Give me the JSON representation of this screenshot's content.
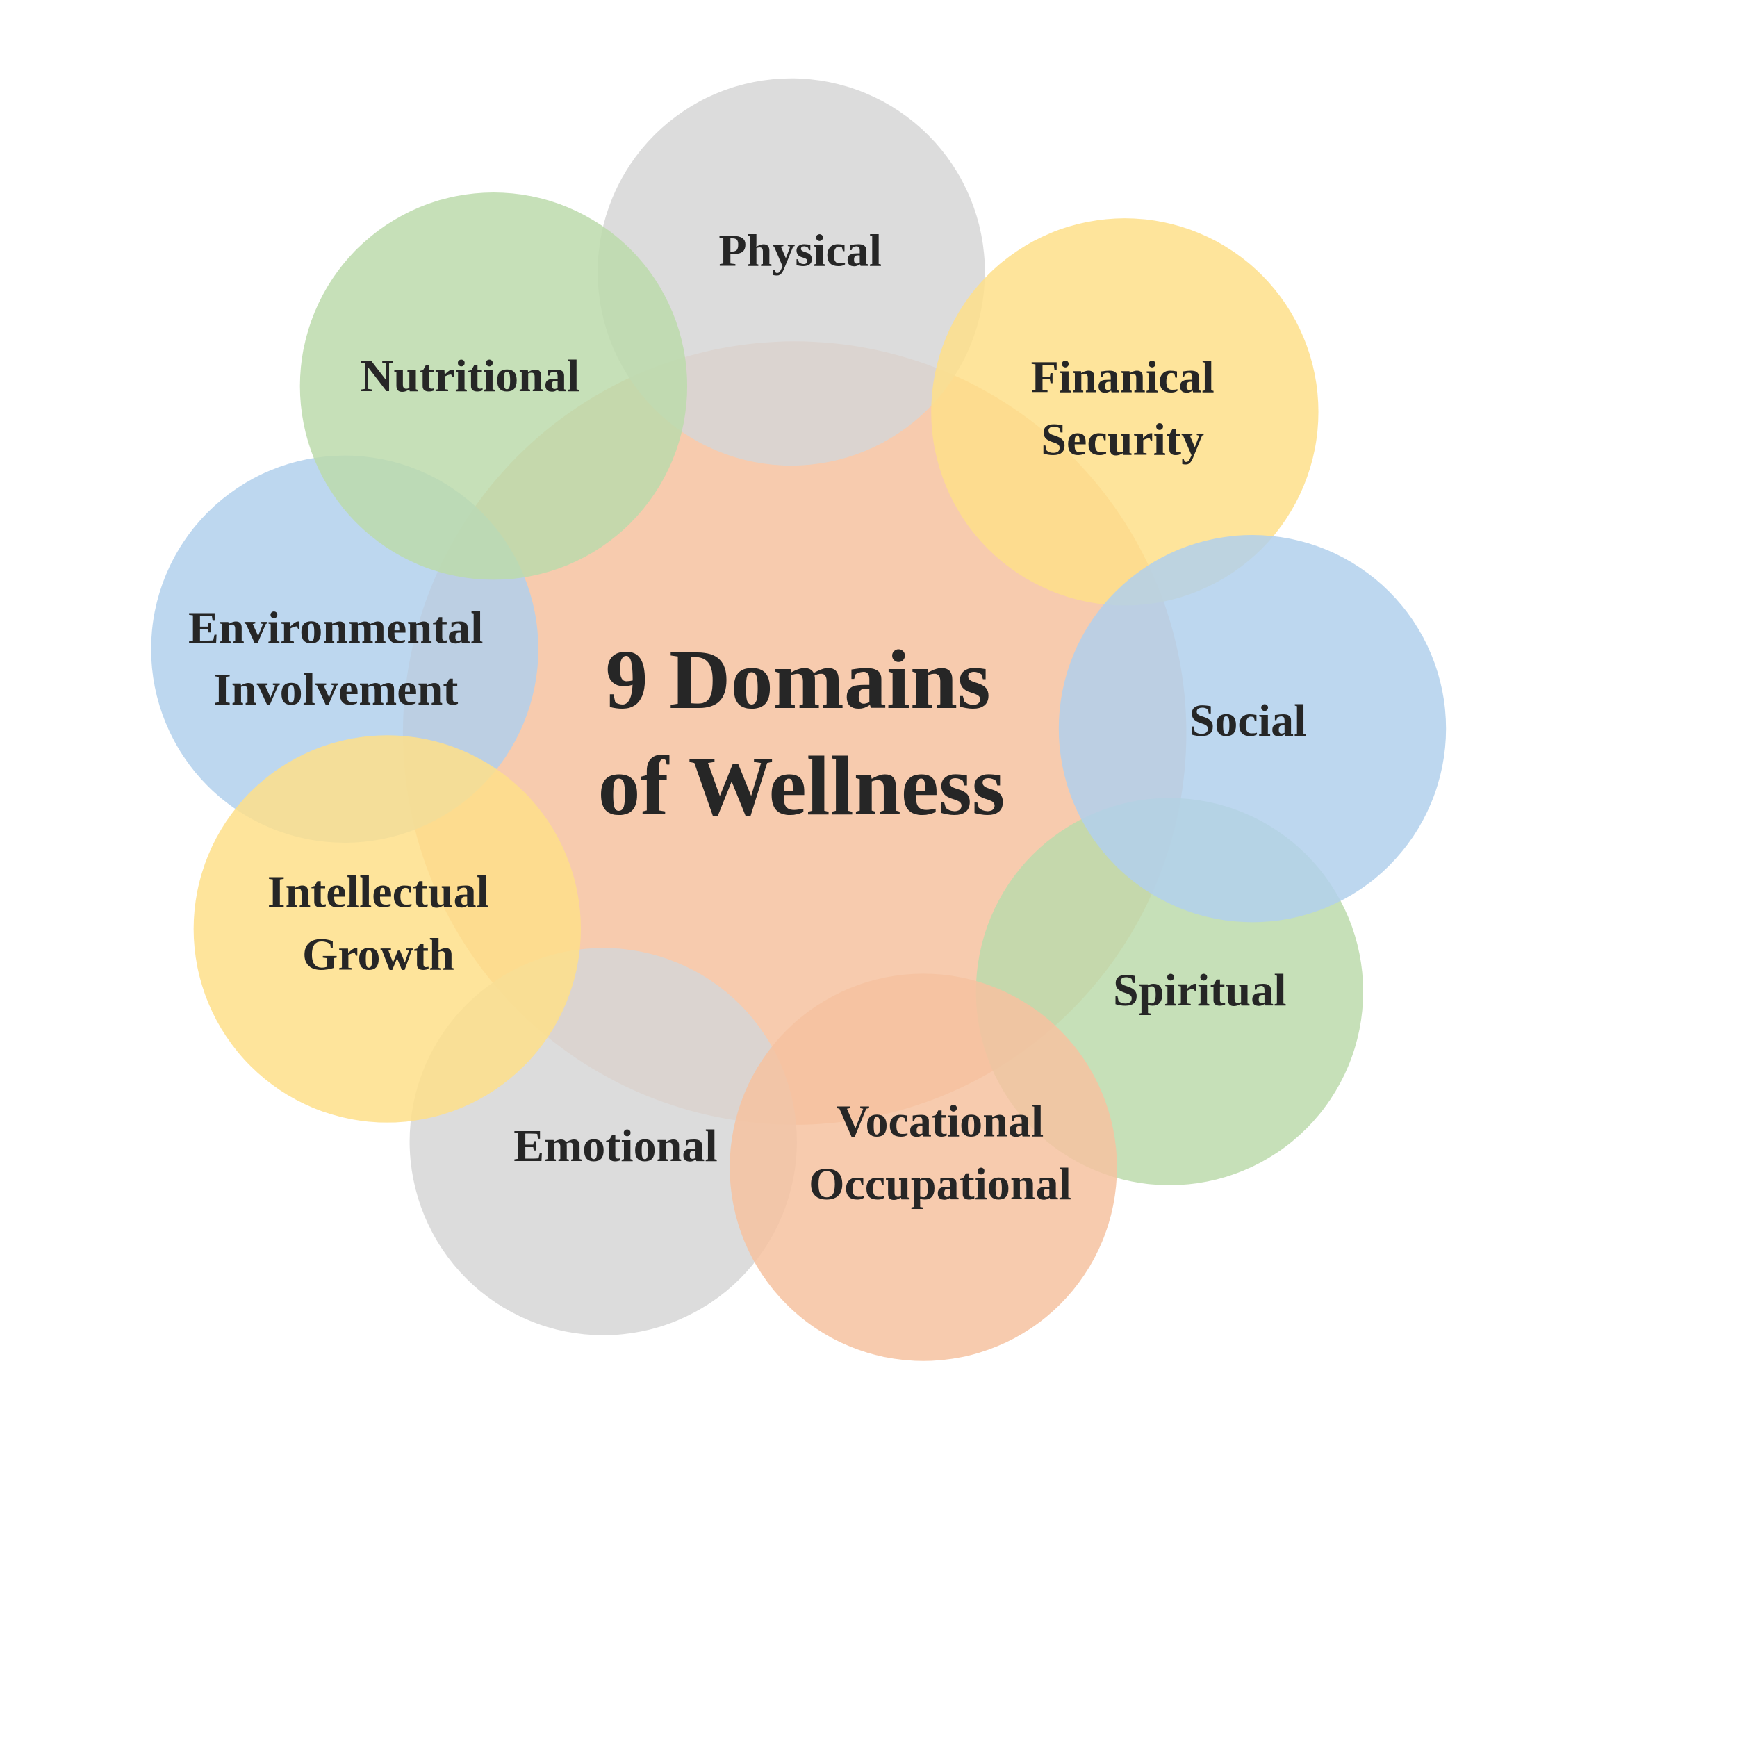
{
  "title": {
    "line1": "9 Domains",
    "line2": "of Wellness"
  },
  "colors": {
    "gray": "#d6d6d6",
    "green": "#bcdaab",
    "yellow": "#fedf8a",
    "blue": "#b2d0ec",
    "orange": "#f6c2a0",
    "text": "#262626"
  },
  "domains": [
    {
      "line1": "Physical",
      "color": "gray"
    },
    {
      "line1": "Finanical",
      "line2": "Security",
      "color": "yellow"
    },
    {
      "line1": "Social",
      "color": "blue"
    },
    {
      "line1": "Spiritual",
      "color": "green"
    },
    {
      "line1": "Vocational",
      "line2": "Occupational",
      "color": "orange"
    },
    {
      "line1": "Emotional",
      "color": "gray"
    },
    {
      "line1": "Intellectual",
      "line2": "Growth",
      "color": "yellow"
    },
    {
      "line1": "Environmental",
      "line2": "Involvement",
      "color": "blue"
    },
    {
      "line1": "Nutritional",
      "color": "green"
    }
  ]
}
